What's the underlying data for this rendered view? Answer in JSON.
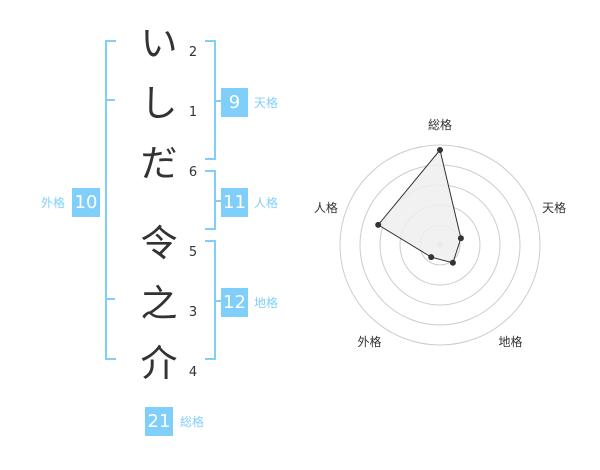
{
  "name": {
    "chars": [
      {
        "char": "い",
        "strokes": "2"
      },
      {
        "char": "し",
        "strokes": "1"
      },
      {
        "char": "だ",
        "strokes": "6"
      },
      {
        "char": "令",
        "strokes": "5"
      },
      {
        "char": "之",
        "strokes": "3"
      },
      {
        "char": "介",
        "strokes": "4"
      }
    ]
  },
  "fortune": {
    "tenkaku": {
      "value": "9",
      "label": "天格"
    },
    "jinkaku": {
      "value": "11",
      "label": "人格"
    },
    "chikaku": {
      "value": "12",
      "label": "地格"
    },
    "gaikaku": {
      "value": "10",
      "label": "外格"
    },
    "soukaku": {
      "value": "21",
      "label": "総格"
    }
  },
  "colors": {
    "accent": "#80cffa",
    "text": "#333333",
    "grid": "#cccccc",
    "fill": "#eeeeee"
  },
  "chart_data": {
    "type": "radar",
    "axes": [
      "総格",
      "天格",
      "地格",
      "外格",
      "人格"
    ],
    "values": [
      0.95,
      0.22,
      0.22,
      0.15,
      0.65
    ],
    "rings": 5
  }
}
